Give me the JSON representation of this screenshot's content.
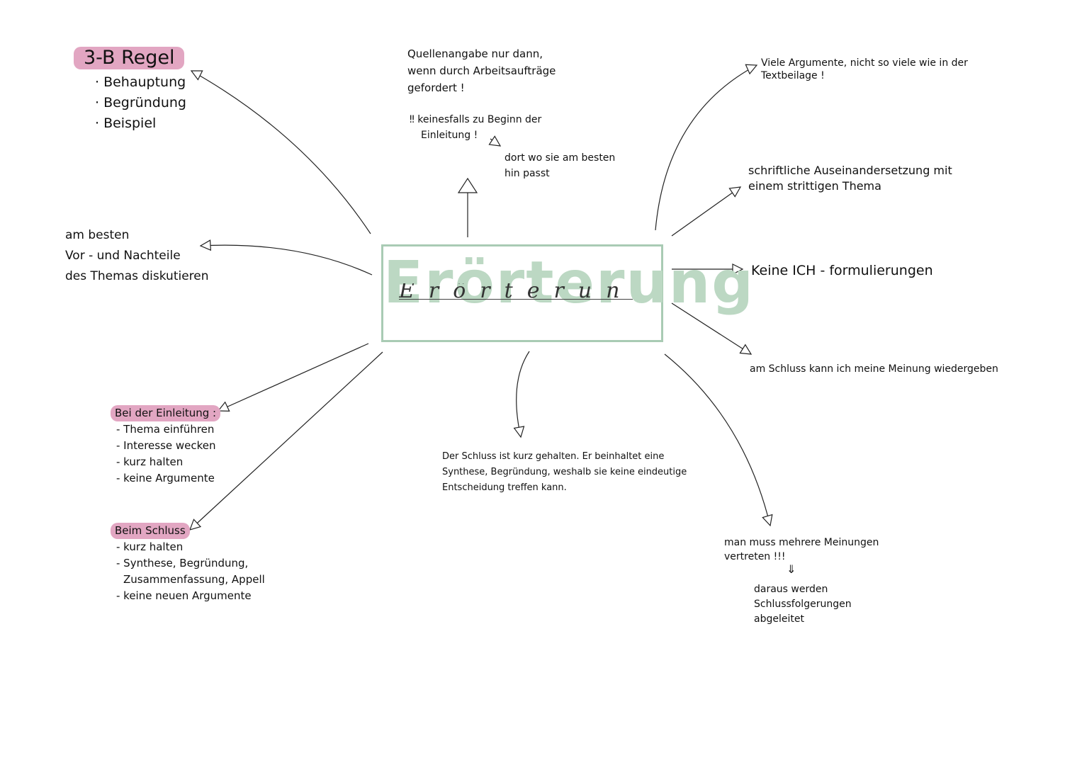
{
  "center": {
    "title": "Erörterung",
    "script": "Erörterung"
  },
  "nodes": {
    "regel": {
      "title": "3-B Regel",
      "items": [
        "· Behauptung",
        "· Begründung",
        "· Beispiel"
      ]
    },
    "quellen": {
      "lines": [
        "Quellenangabe nur dann,",
        "wenn durch Arbeitsaufträge",
        "gefordert !"
      ],
      "warning": [
        "‼ keinesfalls zu Beginn der",
        "Einleitung !"
      ],
      "sub": [
        "dort wo sie am besten",
        "hin passt"
      ]
    },
    "argumente": {
      "lines": [
        "Viele Argumente, nicht so viele wie in der",
        "Textbeilage !"
      ]
    },
    "auseinander": {
      "lines": [
        "schriftliche Auseinandersetzung mit",
        "einem strittigen Thema"
      ]
    },
    "keine_ich": {
      "text": "Keine ICH - formulierungen"
    },
    "schluss_meinung": {
      "text": "am Schluss kann ich meine Meinung wiedergeben"
    },
    "vorteile": {
      "lines": [
        "am besten",
        "Vor - und Nachteile",
        "des Themas diskutieren"
      ]
    },
    "einleitung": {
      "title": "Bei der Einleitung :",
      "items": [
        "- Thema einführen",
        "- Interesse wecken",
        "- kurz halten",
        "- keine Argumente"
      ]
    },
    "beim_schluss": {
      "title": "Beim Schluss",
      "items": [
        "- kurz halten",
        "- Synthese, Begründung,",
        "Zusammenfassung, Appell",
        "- keine neuen Argumente"
      ]
    },
    "schluss_kurz": {
      "lines": [
        "Der Schluss ist kurz gehalten. Er beinhaltet eine",
        "Synthese, Begründung, weshalb sie keine eindeutige",
        "Entscheidung treffen kann."
      ]
    },
    "meinungen": {
      "lines": [
        "man muss mehrere Meinungen",
        "vertreten !!!"
      ],
      "arrow": "⇓",
      "sub": [
        "daraus werden",
        "Schlussfolgerungen",
        "abgeleitet"
      ]
    }
  },
  "colors": {
    "highlight": "#e2a6c2",
    "center_green": "#bcd8c3",
    "box_border": "#a9cbb4",
    "ink": "#111111"
  }
}
